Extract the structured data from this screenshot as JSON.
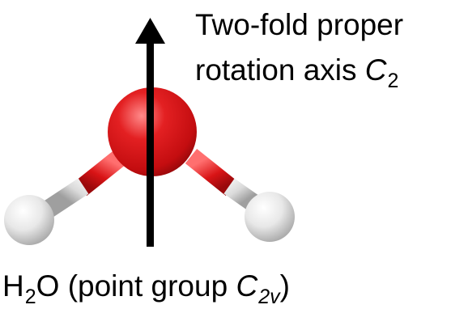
{
  "axis_label": {
    "line1": "Two-fold proper",
    "line2_text": "rotation axis ",
    "line2_symbol": "C",
    "line2_subscript": "2"
  },
  "caption": {
    "molecule_main": "H",
    "molecule_sub": "2",
    "molecule_rest": "O (point group ",
    "group_symbol": "C",
    "group_subscript": "2v",
    "closing": ")"
  },
  "molecule": {
    "oxygen_color": "#d81416",
    "hydrogen_color": "#e6e6e6",
    "bond_color_near_oxygen": "#d81416",
    "bond_color_near_hydrogen": "#e6e6e6"
  },
  "colors": {
    "arrow": "#000000",
    "text": "#000000",
    "background": "#ffffff"
  }
}
